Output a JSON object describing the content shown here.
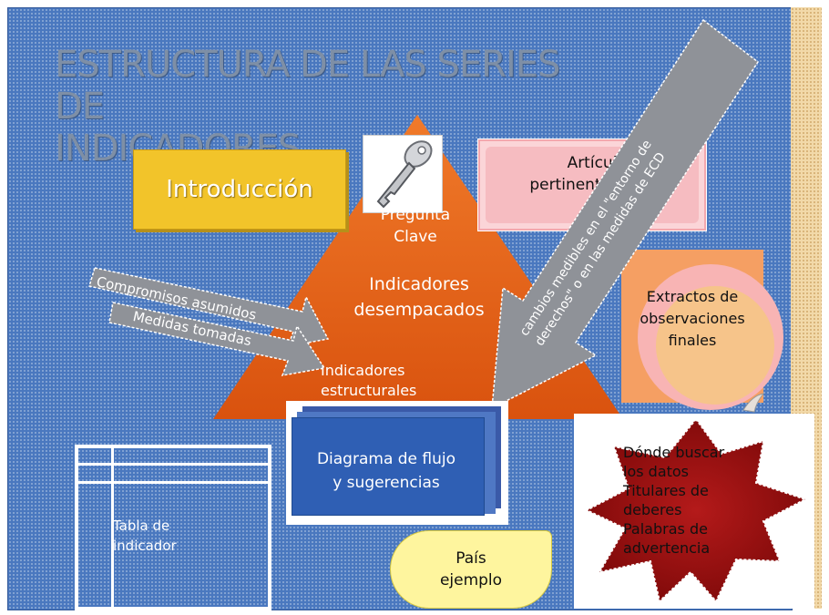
{
  "title": {
    "line1": "ESTRUCTURA DE LAS SERIES DE",
    "line2": "INDICADORES"
  },
  "introduccion": "Introducción",
  "pregunta": {
    "line1": "Pregunta",
    "line2": "Clave"
  },
  "articulos": {
    "line1": "Artícul",
    "line2": "pertinent         a",
    "line3": "C"
  },
  "triangle": {
    "desempacados_1": "Indicadores",
    "desempacados_2": "desempacados",
    "estructurales_1": "Indicadores",
    "estructurales_2": "estructurales"
  },
  "arrows": {
    "compromisos": "Compromisos asumidos",
    "medidas": "Medidas tomadas",
    "diagonal_1": "cambios medibles en el \"entorno de",
    "diagonal_2": "derechos\" o en las medidas de ECD"
  },
  "extractos": {
    "line1": "Extractos de",
    "line2": "observaciones",
    "line3": "finales"
  },
  "diagrama": {
    "line1": "Diagrama de flujo",
    "line2": "y sugerencias"
  },
  "tabla": {
    "line1": "Tabla de",
    "line2": "indicador"
  },
  "pais": {
    "line1": "País",
    "line2": "ejemplo"
  },
  "star": {
    "line1": "Dónde buscar",
    "line2": "los datos",
    "line3": "Titulares de",
    "line4": "deberes",
    "line5": "Palabras de",
    "line6": "advertencia"
  },
  "colors": {
    "slide_bg": "#4a78bf",
    "triangle": "#e8661a",
    "intro_box": "#f2c42a",
    "star": "#9c1010",
    "arrow": "#8a8d93"
  }
}
